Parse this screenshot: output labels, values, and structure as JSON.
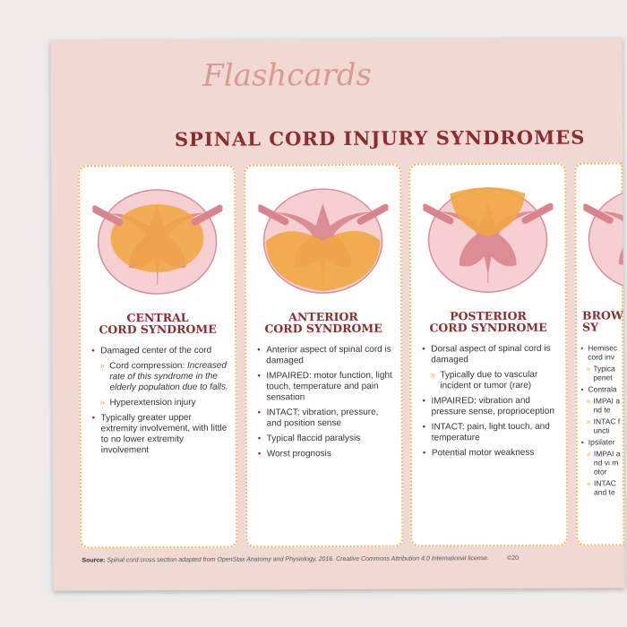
{
  "header": {
    "script_title": "Flashcards",
    "title": "SPINAL CORD INJURY SYNDROMES"
  },
  "colors": {
    "title": "#8e2b2e",
    "damage": "#f2a640",
    "cord": "#f6cfd3",
    "gray_matter": "#d9848c",
    "border": "#f2b454"
  },
  "cards": [
    {
      "title1": "CENTRAL",
      "title2": "CORD SYNDROME",
      "damage": "center",
      "items": [
        {
          "text": "Damaged center of the cord"
        },
        {
          "sub": true,
          "text": "Cord compression: ",
          "italic": "Increased rate of this syndrome in the elderly population due to falls."
        },
        {
          "sub": true,
          "text": "Hyperextension injury"
        },
        {
          "text": "Typically greater upper extremity involvement, with little to no lower extremity involvement"
        }
      ]
    },
    {
      "title1": "ANTERIOR",
      "title2": "CORD SYNDROME",
      "damage": "anterior",
      "items": [
        {
          "text": "Anterior aspect of spinal cord is damaged"
        },
        {
          "text": "IMPAIRED: motor function, light touch, temperature and pain sensation"
        },
        {
          "text": "INTACT: vibration, pressure, and position sense"
        },
        {
          "text": "Typical flaccid paralysis"
        },
        {
          "text": "Worst prognosis"
        }
      ]
    },
    {
      "title1": "POSTERIOR",
      "title2": "CORD SYNDROME",
      "damage": "posterior",
      "items": [
        {
          "text": "Dorsal aspect of spinal cord is damaged"
        },
        {
          "sub": true,
          "text": "Typically due to vascular incident or tumor (rare)"
        },
        {
          "text": "IMPAIRED: vibration and pressure sense, proprioception"
        },
        {
          "text": "INTACT: pain, light touch, and temperature"
        },
        {
          "text": "Potential motor weakness"
        }
      ]
    },
    {
      "title1": "BROW",
      "title2": "SY",
      "damage": "none",
      "items": [
        {
          "text": "Hemisec cord inv"
        },
        {
          "sub": true,
          "text": "Typica penet"
        },
        {
          "text": "Contrala"
        },
        {
          "sub": true,
          "text": "IMPAI and te"
        },
        {
          "sub": true,
          "text": "INTAC functi"
        },
        {
          "text": "Ipsilater"
        },
        {
          "sub": true,
          "text": "IMPAI and vi motor"
        },
        {
          "sub": true,
          "text": "INTAC and te"
        }
      ]
    }
  ],
  "footer": {
    "source_label": "Source:",
    "source_text": " Spinal cord cross section adapted from OpenStax Anatomy and Physiology, 2016. Creative Commons Attribution 4.0 International license.",
    "copyright": "©20"
  }
}
